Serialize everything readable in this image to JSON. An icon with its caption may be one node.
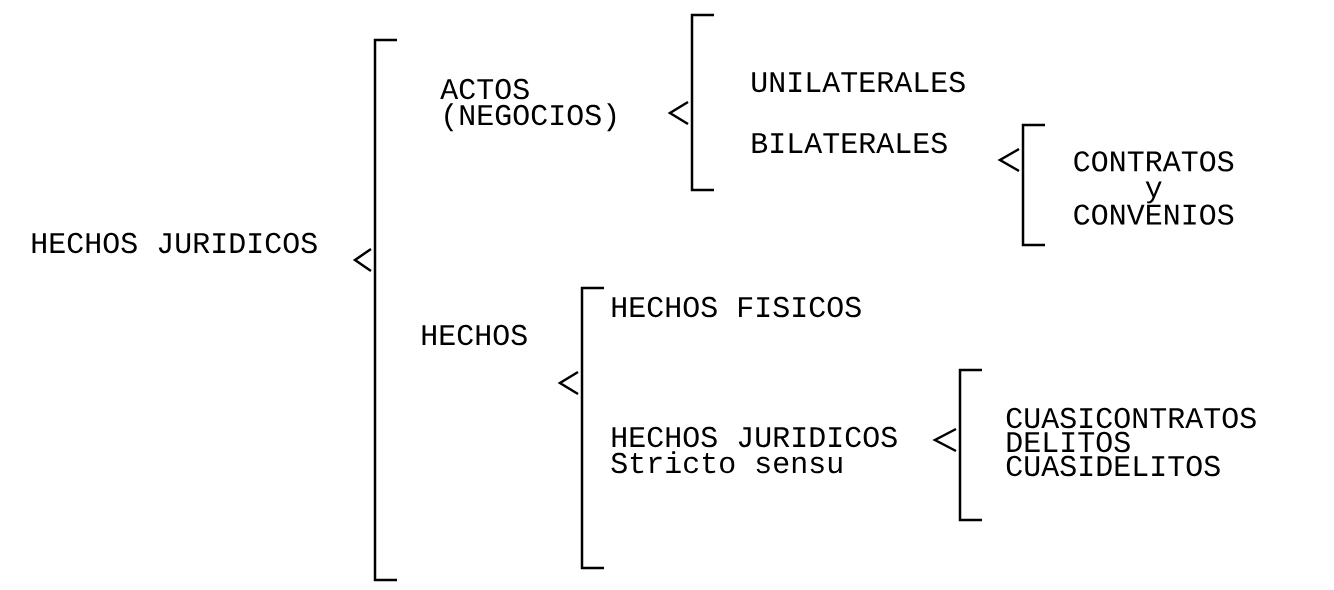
{
  "diagram": {
    "nodes": [
      {
        "text": [
          "HECHOS JURIDICOS"
        ]
      },
      {
        "text": [
          "ACTOS (NEGOCIOS)"
        ]
      },
      {
        "text": [
          "UNILATERALES"
        ]
      },
      {
        "text": [
          "BILATERALES"
        ]
      },
      {
        "text": [
          "CONTRATOS y CONVENIOS"
        ]
      },
      {
        "text": [
          "HECHOS"
        ]
      },
      {
        "text": [
          "HECHOS FISICOS"
        ]
      },
      {
        "text": [
          "HECHOS JURIDICOS Stricto sensu"
        ]
      },
      {
        "text": [
          "CUASICONTRATOS"
        ]
      },
      {
        "text": [
          "DELITOS"
        ]
      },
      {
        "text": [
          "CUASIDELITOS"
        ]
      }
    ]
  }
}
